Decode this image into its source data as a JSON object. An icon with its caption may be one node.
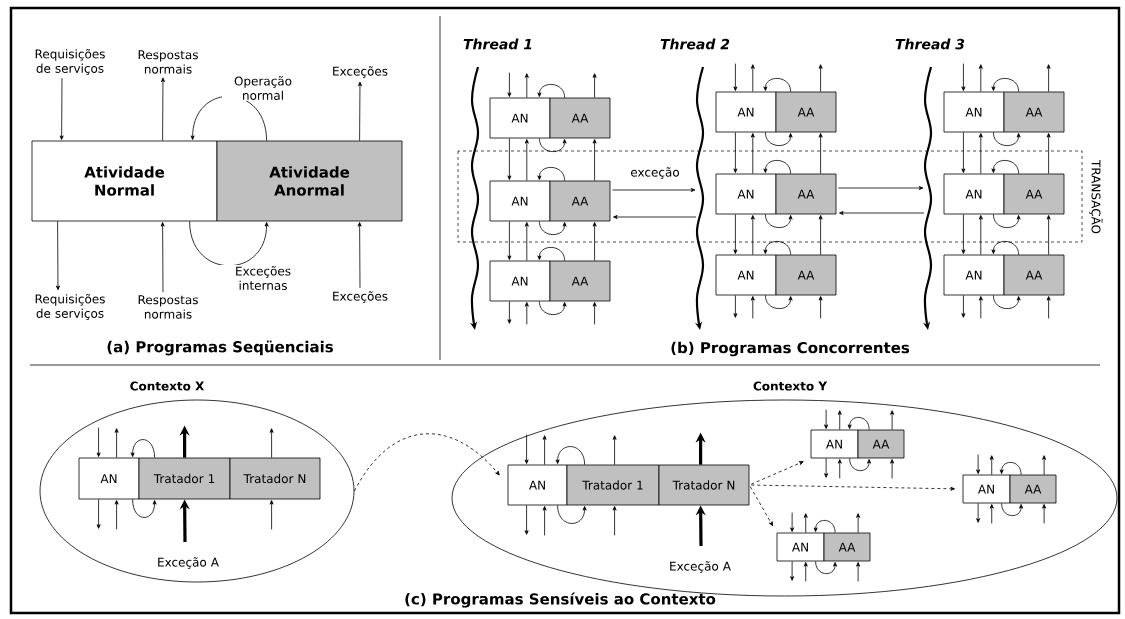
{
  "diagram": {
    "nodes": [
      {
        "text": [
          "Requisições de serviços"
        ]
      },
      {
        "text": [
          "Respostas normais"
        ]
      },
      {
        "text": [
          "Exceções"
        ]
      },
      {
        "text": [
          "Atividade Normal"
        ]
      },
      {
        "text": [
          "Atividade Anormal"
        ]
      },
      {
        "text": [
          "Requisições de serviços"
        ]
      },
      {
        "text": [
          "Respostas normais"
        ]
      },
      {
        "text": [
          "Exceções"
        ]
      },
      {
        "text": [
          "AN"
        ]
      },
      {
        "text": [
          "AA"
        ]
      },
      {
        "text": [
          "AN"
        ]
      },
      {
        "text": [
          "AA"
        ]
      },
      {
        "text": [
          "AN"
        ]
      },
      {
        "text": [
          "AA"
        ]
      },
      {
        "text": [
          "AN"
        ]
      },
      {
        "text": [
          "AA"
        ]
      },
      {
        "text": [
          "AN"
        ]
      },
      {
        "text": [
          "AA"
        ]
      },
      {
        "text": [
          "AN"
        ]
      },
      {
        "text": [
          "AA"
        ]
      },
      {
        "text": [
          "AN"
        ]
      },
      {
        "text": [
          "AA"
        ]
      },
      {
        "text": [
          "AN"
        ]
      },
      {
        "text": [
          "AA"
        ]
      },
      {
        "text": [
          "AN"
        ]
      },
      {
        "text": [
          "AA"
        ]
      },
      {
        "text": [
          "Contexto X"
        ]
      },
      {
        "text": [
          "AN"
        ],
        "in": 26
      },
      {
        "text": [
          "Tratador 1"
        ],
        "in": 26
      },
      {
        "text": [
          "Tratador N"
        ],
        "in": 26
      },
      {
        "text": [
          "Exceção A"
        ],
        "in": 26
      },
      {
        "text": [
          "Contexto Y"
        ]
      },
      {
        "text": [
          "AN"
        ],
        "in": 31
      },
      {
        "text": [
          "Tratador 1"
        ],
        "in": 31
      },
      {
        "text": [
          "Tratador N"
        ],
        "in": 31
      },
      {
        "text": [
          "Exceção A"
        ],
        "in": 31
      },
      {
        "text": [
          "AN"
        ],
        "in": 31
      },
      {
        "text": [
          "AA"
        ],
        "in": 31
      },
      {
        "text": [
          "AN"
        ],
        "in": 31
      },
      {
        "text": [
          "AA"
        ],
        "in": 31
      },
      {
        "text": [
          "AN"
        ],
        "in": 31
      },
      {
        "text": [
          "AA"
        ],
        "in": 31
      }
    ],
    "edges": [
      {
        "from": 0,
        "to": 3,
        "arrow": "to"
      },
      {
        "from": 3,
        "to": 1,
        "arrow": "to"
      },
      {
        "from": 4,
        "to": 3,
        "arrow": "to",
        "label": "Operação normal"
      },
      {
        "from": 4,
        "to": 2,
        "arrow": "to"
      },
      {
        "from": 3,
        "to": 5,
        "arrow": "to"
      },
      {
        "from": 6,
        "to": 3,
        "arrow": "to"
      },
      {
        "from": 3,
        "to": 4,
        "arrow": "to",
        "label": "Exceções internas"
      },
      {
        "from": 7,
        "to": 4,
        "arrow": "to"
      },
      {
        "from": null,
        "to": 8,
        "arrow": "to"
      },
      {
        "from": 8,
        "to": null,
        "arrow": "to"
      },
      {
        "from": 9,
        "to": 8,
        "arrow": "to"
      },
      {
        "from": 9,
        "to": null,
        "arrow": "to"
      },
      {
        "from": 8,
        "to": 14,
        "arrow": "to"
      },
      {
        "from": 14,
        "to": 8,
        "arrow": "to"
      },
      {
        "from": 8,
        "to": 9,
        "arrow": "to"
      },
      {
        "from": 15,
        "to": 14,
        "arrow": "to"
      },
      {
        "from": 15,
        "to": 9,
        "arrow": "to"
      },
      {
        "from": 14,
        "to": 20,
        "arrow": "to"
      },
      {
        "from": 20,
        "to": 14,
        "arrow": "to"
      },
      {
        "from": 14,
        "to": 15,
        "arrow": "to"
      },
      {
        "from": 21,
        "to": 20,
        "arrow": "to"
      },
      {
        "from": 21,
        "to": 15,
        "arrow": "to"
      },
      {
        "from": 20,
        "to": null,
        "arrow": "to"
      },
      {
        "from": null,
        "to": 20,
        "arrow": "to"
      },
      {
        "from": 20,
        "to": 21,
        "arrow": "to"
      },
      {
        "from": null,
        "to": 21,
        "arrow": "to"
      },
      {
        "from": null,
        "to": 10,
        "arrow": "to"
      },
      {
        "from": 10,
        "to": null,
        "arrow": "to"
      },
      {
        "from": 11,
        "to": 10,
        "arrow": "to"
      },
      {
        "from": 11,
        "to": null,
        "arrow": "to"
      },
      {
        "from": 10,
        "to": 16,
        "arrow": "to"
      },
      {
        "from": 16,
        "to": 10,
        "arrow": "to"
      },
      {
        "from": 10,
        "to": 11,
        "arrow": "to"
      },
      {
        "from": 17,
        "to": 16,
        "arrow": "to"
      },
      {
        "from": 17,
        "to": 11,
        "arrow": "to"
      },
      {
        "from": 16,
        "to": 22,
        "arrow": "to"
      },
      {
        "from": 22,
        "to": 16,
        "arrow": "to"
      },
      {
        "from": 16,
        "to": 17,
        "arrow": "to"
      },
      {
        "from": 23,
        "to": 22,
        "arrow": "to"
      },
      {
        "from": 23,
        "to": 17,
        "arrow": "to"
      },
      {
        "from": 22,
        "to": null,
        "arrow": "to"
      },
      {
        "from": null,
        "to": 22,
        "arrow": "to"
      },
      {
        "from": 22,
        "to": 23,
        "arrow": "to"
      },
      {
        "from": null,
        "to": 23,
        "arrow": "to"
      },
      {
        "from": null,
        "to": 12,
        "arrow": "to"
      },
      {
        "from": 12,
        "to": null,
        "arrow": "to"
      },
      {
        "from": 13,
        "to": 12,
        "arrow": "to"
      },
      {
        "from": 13,
        "to": null,
        "arrow": "to"
      },
      {
        "from": 12,
        "to": 18,
        "arrow": "to"
      },
      {
        "from": 18,
        "to": 12,
        "arrow": "to"
      },
      {
        "from": 12,
        "to": 13,
        "arrow": "to"
      },
      {
        "from": 19,
        "to": 18,
        "arrow": "to"
      },
      {
        "from": 19,
        "to": 13,
        "arrow": "to"
      },
      {
        "from": 18,
        "to": 24,
        "arrow": "to"
      },
      {
        "from": 24,
        "to": 18,
        "arrow": "to"
      },
      {
        "from": 18,
        "to": 19,
        "arrow": "to"
      },
      {
        "from": 25,
        "to": 24,
        "arrow": "to"
      },
      {
        "from": 25,
        "to": 19,
        "arrow": "to"
      },
      {
        "from": 24,
        "to": null,
        "arrow": "to"
      },
      {
        "from": null,
        "to": 24,
        "arrow": "to"
      },
      {
        "from": 24,
        "to": 25,
        "arrow": "to"
      },
      {
        "from": null,
        "to": 25,
        "arrow": "to"
      },
      {
        "from": 15,
        "to": null,
        "arrow": "to",
        "label": "exceção"
      },
      {
        "from": null,
        "to": 15,
        "arrow": "to"
      },
      {
        "from": 17,
        "to": null,
        "arrow": "to"
      },
      {
        "from": null,
        "to": 17,
        "arrow": "to"
      },
      {
        "from": null,
        "to": 27,
        "arrow": "to"
      },
      {
        "from": 27,
        "to": null,
        "arrow": "to"
      },
      {
        "from": 28,
        "to": 27,
        "arrow": "to"
      },
      {
        "from": 28,
        "to": null,
        "arrow": "to",
        "style": "thick"
      },
      {
        "from": 29,
        "to": null,
        "arrow": "to"
      },
      {
        "from": 27,
        "to": null,
        "arrow": "to"
      },
      {
        "from": null,
        "to": 27,
        "arrow": "to"
      },
      {
        "from": 27,
        "to": 28,
        "arrow": "to"
      },
      {
        "from": 30,
        "to": 28,
        "arrow": "to",
        "style": "thick"
      },
      {
        "from": null,
        "to": 29,
        "arrow": "to"
      },
      {
        "from": null,
        "to": 32,
        "arrow": "to"
      },
      {
        "from": 32,
        "to": null,
        "arrow": "to"
      },
      {
        "from": 33,
        "to": 32,
        "arrow": "to"
      },
      {
        "from": 33,
        "to": null,
        "arrow": "to"
      },
      {
        "from": 34,
        "to": null,
        "arrow": "to",
        "style": "thick"
      },
      {
        "from": 32,
        "to": null,
        "arrow": "to"
      },
      {
        "from": null,
        "to": 32,
        "arrow": "to"
      },
      {
        "from": 32,
        "to": 33,
        "arrow": "to"
      },
      {
        "from": null,
        "to": 33,
        "arrow": "to"
      },
      {
        "from": 35,
        "to": 34,
        "arrow": "to",
        "style": "thick"
      },
      {
        "from": null,
        "to": 36,
        "arrow": "to"
      },
      {
        "from": 36,
        "to": null,
        "arrow": "to"
      },
      {
        "from": 37,
        "to": 36,
        "arrow": "to"
      },
      {
        "from": 37,
        "to": null,
        "arrow": "to"
      },
      {
        "from": 36,
        "to": null,
        "arrow": "to"
      },
      {
        "from": null,
        "to": 36,
        "arrow": "to"
      },
      {
        "from": 36,
        "to": 37,
        "arrow": "to"
      },
      {
        "from": null,
        "to": 37,
        "arrow": "to"
      },
      {
        "from": null,
        "to": 38,
        "arrow": "to"
      },
      {
        "from": 38,
        "to": null,
        "arrow": "to"
      },
      {
        "from": 39,
        "to": 38,
        "arrow": "to"
      },
      {
        "from": 39,
        "to": null,
        "arrow": "to"
      },
      {
        "from": 38,
        "to": null,
        "arrow": "to"
      },
      {
        "from": null,
        "to": 38,
        "arrow": "to"
      },
      {
        "from": 38,
        "to": 39,
        "arrow": "to"
      },
      {
        "from": null,
        "to": 39,
        "arrow": "to"
      },
      {
        "from": null,
        "to": 40,
        "arrow": "to"
      },
      {
        "from": 40,
        "to": null,
        "arrow": "to"
      },
      {
        "from": 41,
        "to": 40,
        "arrow": "to"
      },
      {
        "from": 41,
        "to": null,
        "arrow": "to"
      },
      {
        "from": 40,
        "to": null,
        "arrow": "to"
      },
      {
        "from": null,
        "to": 40,
        "arrow": "to"
      },
      {
        "from": 40,
        "to": 41,
        "arrow": "to"
      },
      {
        "from": null,
        "to": 41,
        "arrow": "to"
      },
      {
        "from": 26,
        "to": 32,
        "arrow": "to",
        "style": "dashed"
      },
      {
        "from": 34,
        "to": 36,
        "arrow": "to",
        "style": "dashed"
      },
      {
        "from": 34,
        "to": 38,
        "arrow": "to",
        "style": "dashed"
      },
      {
        "from": 34,
        "to": 40,
        "arrow": "to",
        "style": "dashed"
      }
    ],
    "labels": [
      "(a) Programas Seqüenciais",
      "Thread 1",
      "Thread 2",
      "Thread 3",
      "TRANSAÇÃO",
      "(b) Programas Concorrentes",
      "(c) Programas Sensíveis ao Contexto"
    ]
  }
}
